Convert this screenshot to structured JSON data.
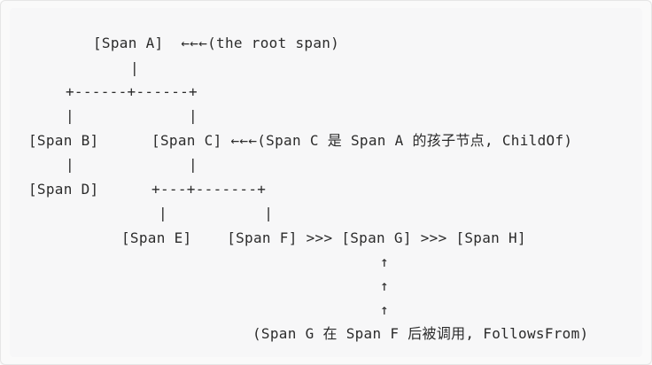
{
  "diagram": {
    "lines": [
      "[Span A]  ←←←(the root span)",
      "|",
      "+------+------+",
      "|             |",
      "[Span B]      [Span C] ←←←(Span C 是 Span A 的孩子节点, ChildOf)",
      "|             |",
      "[Span D]      +---+-------+",
      "|           |",
      "[Span E]    [Span F] >>> [Span G] >>> [Span H]",
      "↑",
      "↑",
      "↑",
      "(Span G 在 Span F 后被调用, FollowsFrom)"
    ]
  }
}
